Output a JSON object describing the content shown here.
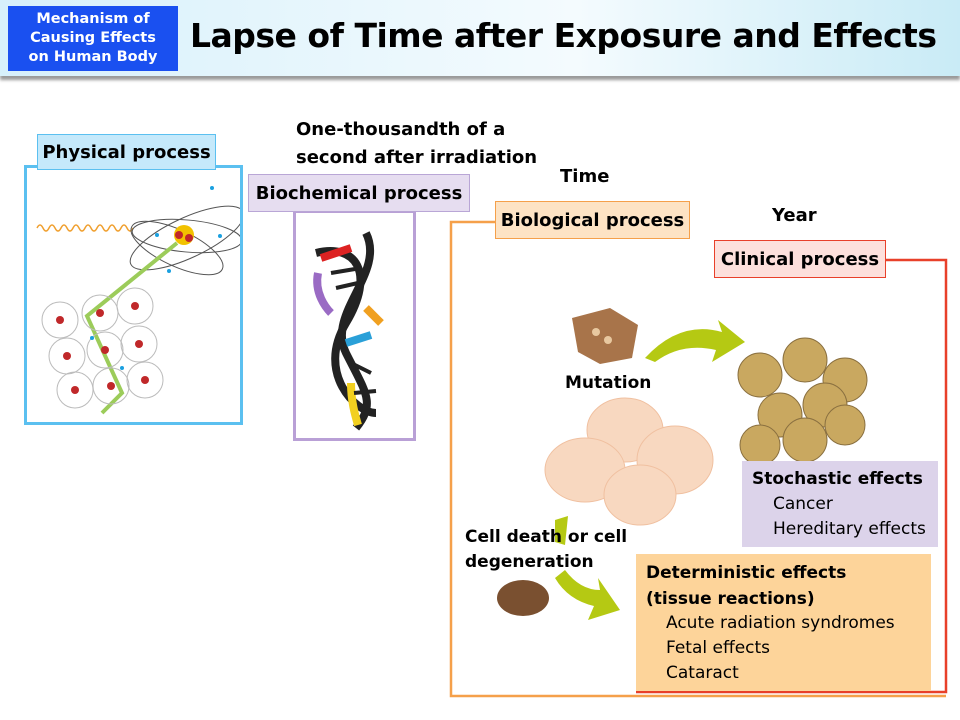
{
  "header": {
    "tag": "Mechanism of\nCausing Effects\non Human Body",
    "title": "Lapse of Time after Exposure and Effects"
  },
  "processes": {
    "physical": "Physical process",
    "biochemical": "Biochemical process",
    "biological": "Biological process",
    "clinical": "Clinical process"
  },
  "timeline": {
    "ms": "One-thousandth of a second after irradiation",
    "ms_line1": "One-thousandth of a",
    "ms_line2": "second after irradiation",
    "time": "Time",
    "year": "Year"
  },
  "labels": {
    "mutation": "Mutation",
    "cell_death_1": "Cell death or cell",
    "cell_death_2": "degeneration"
  },
  "stochastic": {
    "title": "Stochastic effects",
    "items": [
      "Cancer",
      "Hereditary effects"
    ]
  },
  "deterministic": {
    "title1": "Deterministic effects",
    "title2": "(tissue reactions)",
    "items": [
      "Acute radiation syndromes",
      "Fetal effects",
      "Cataract"
    ]
  },
  "colors": {
    "physical": "#5bc0f0",
    "biochemical": "#b9a0d6",
    "biological": "#f5a04a",
    "clinical": "#e8402a",
    "stochastic_bg": "#dcd3ea",
    "deterministic_bg": "#fdd49a",
    "arrow": "#b5c913"
  }
}
